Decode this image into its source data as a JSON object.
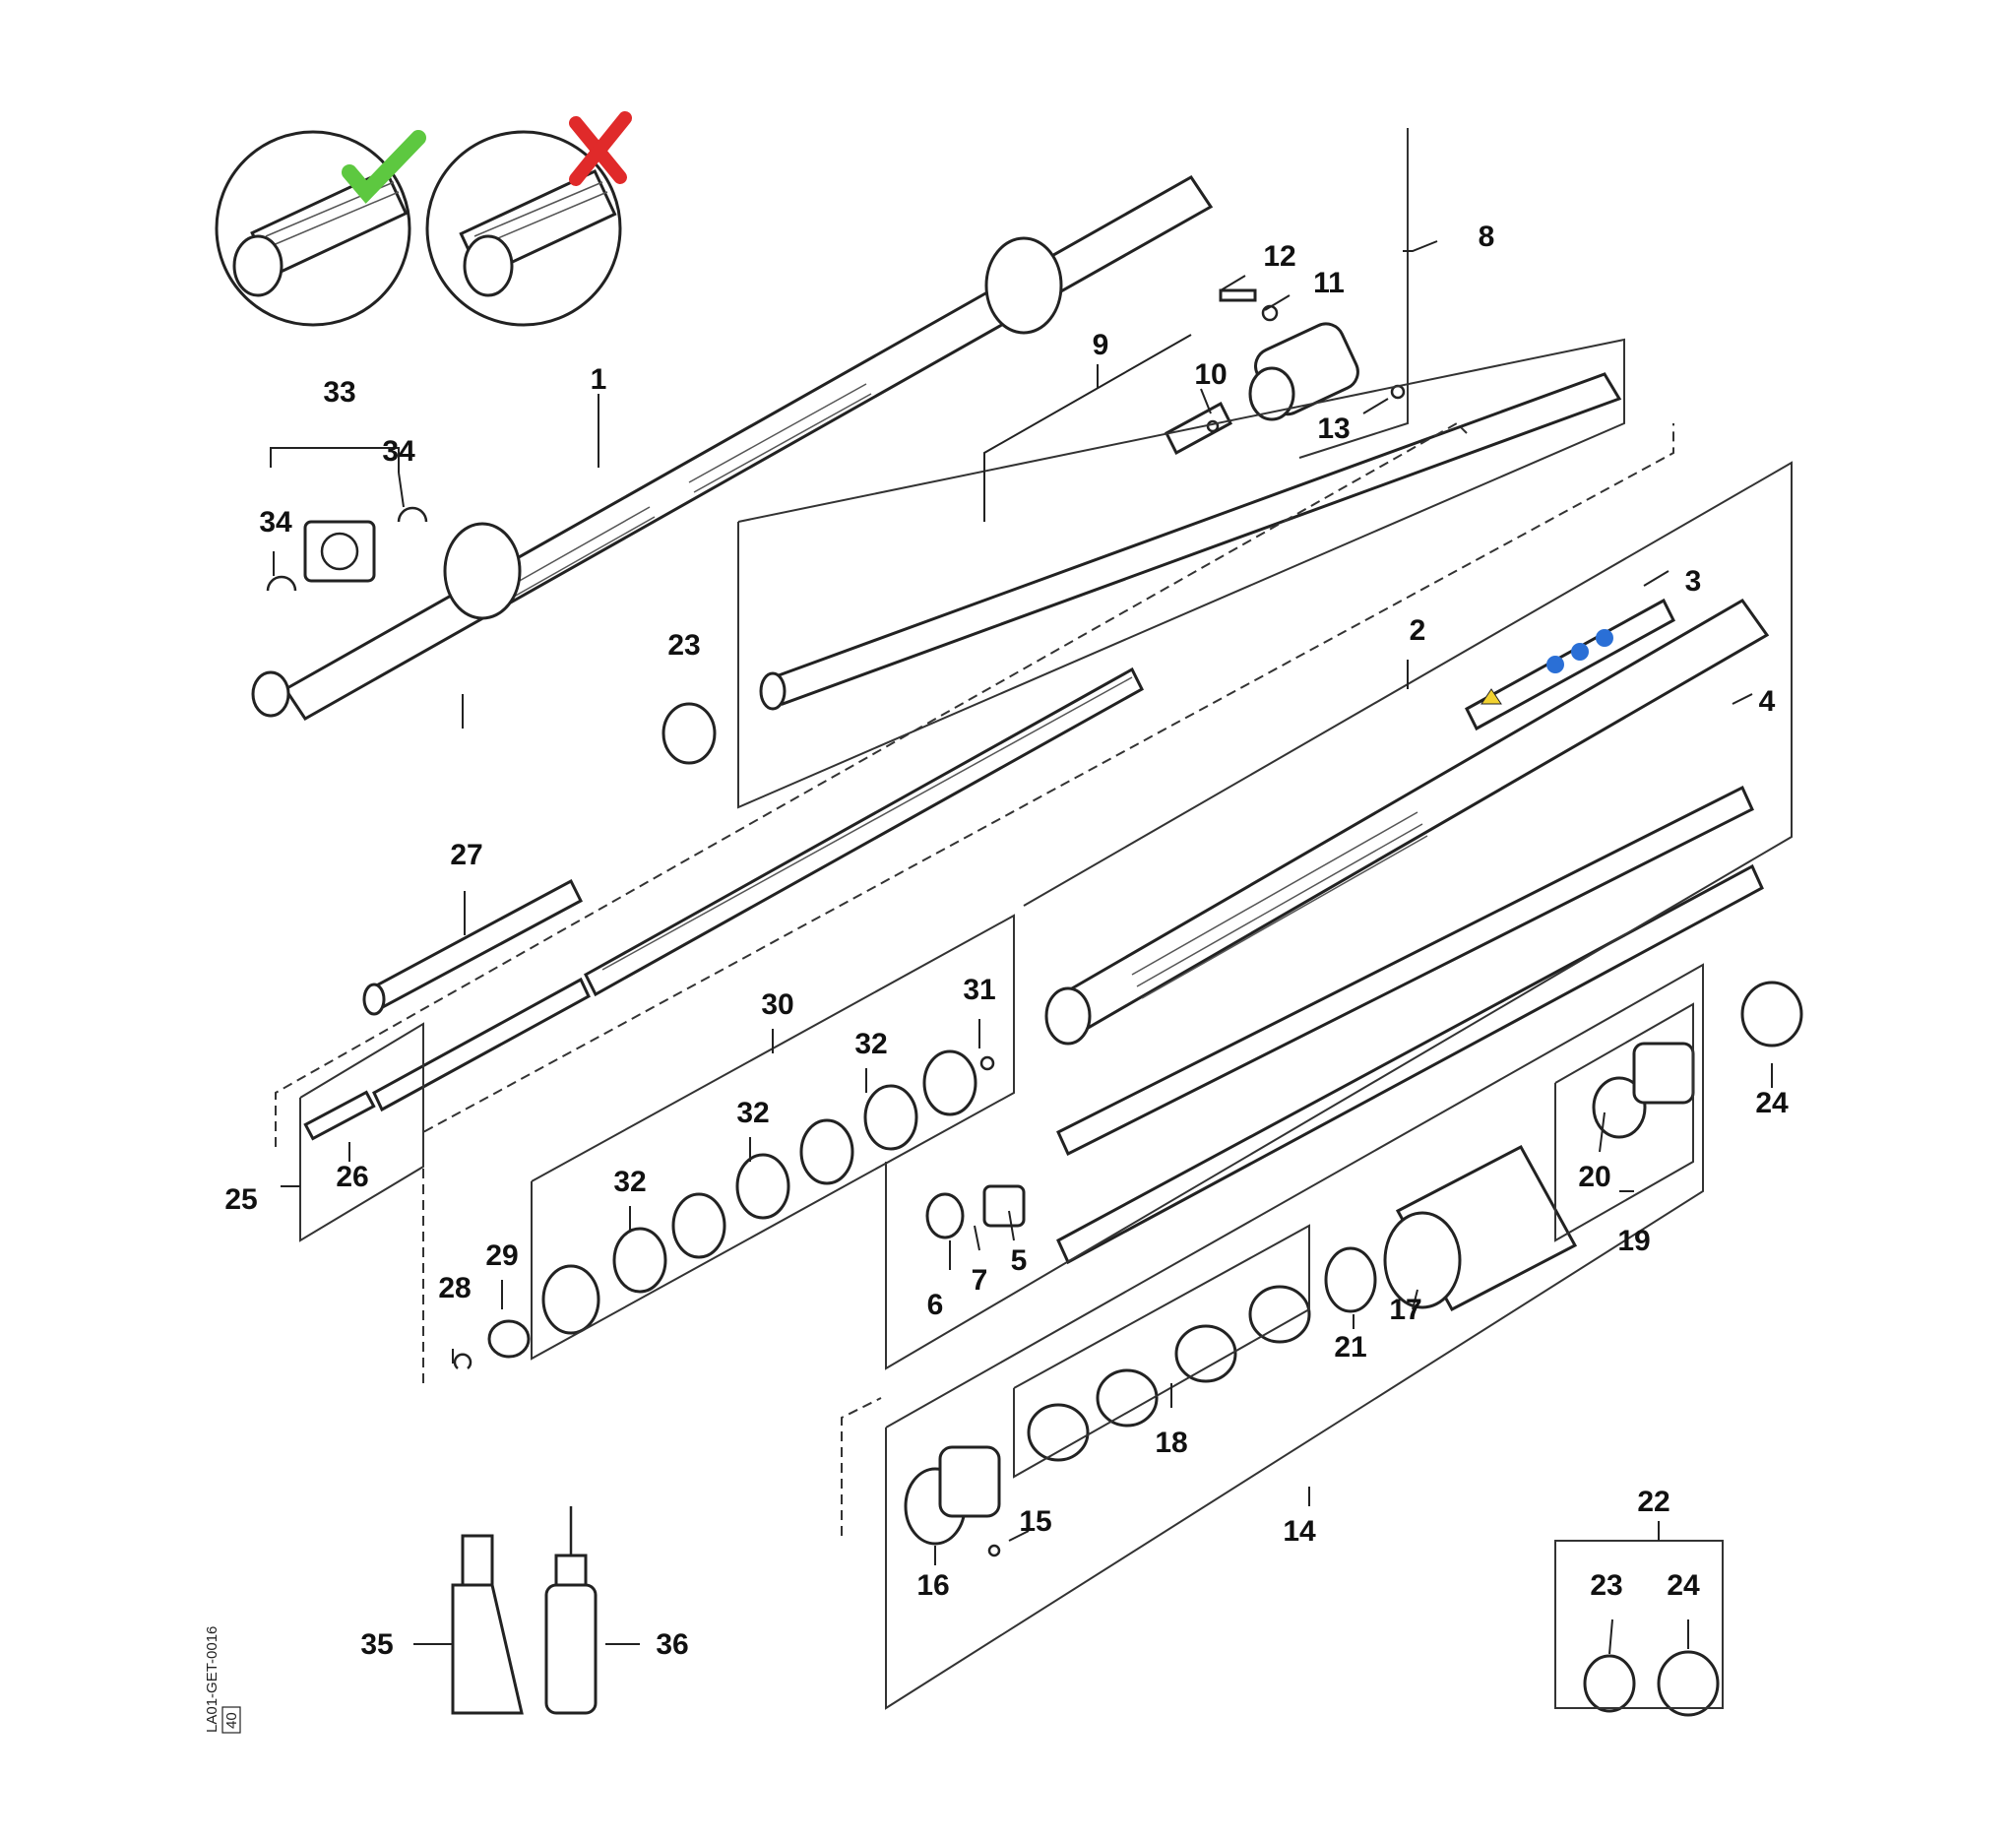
{
  "diagram": {
    "callouts": {
      "c1": "1",
      "c2": "2",
      "c3": "3",
      "c4": "4",
      "c5": "5",
      "c6": "6",
      "c7": "7",
      "c8": "8",
      "c9": "9",
      "c10": "10",
      "c11": "11",
      "c12": "12",
      "c13": "13",
      "c14": "14",
      "c15": "15",
      "c16": "16",
      "c17": "17",
      "c18": "18",
      "c19": "19",
      "c20": "20",
      "c21": "21",
      "c22": "22",
      "c23a": "23",
      "c23b": "23",
      "c24a": "24",
      "c24b": "24",
      "c25": "25",
      "c26": "26",
      "c27": "27",
      "c28": "28",
      "c29": "29",
      "c30": "30",
      "c31": "31",
      "c32a": "32",
      "c32b": "32",
      "c32c": "32",
      "c33": "33",
      "c34a": "34",
      "c34b": "34",
      "c35": "35",
      "c36": "36"
    },
    "drawing_code": "LA01-GET-0016",
    "drawing_code_box": "40",
    "colors": {
      "check_mark": "#5dc840",
      "cross_mark": "#e02a2a",
      "label_blue": "#2a6fd6",
      "label_yellow": "#f2d230"
    },
    "icons": [
      "check-mark-icon",
      "cross-mark-icon"
    ]
  }
}
